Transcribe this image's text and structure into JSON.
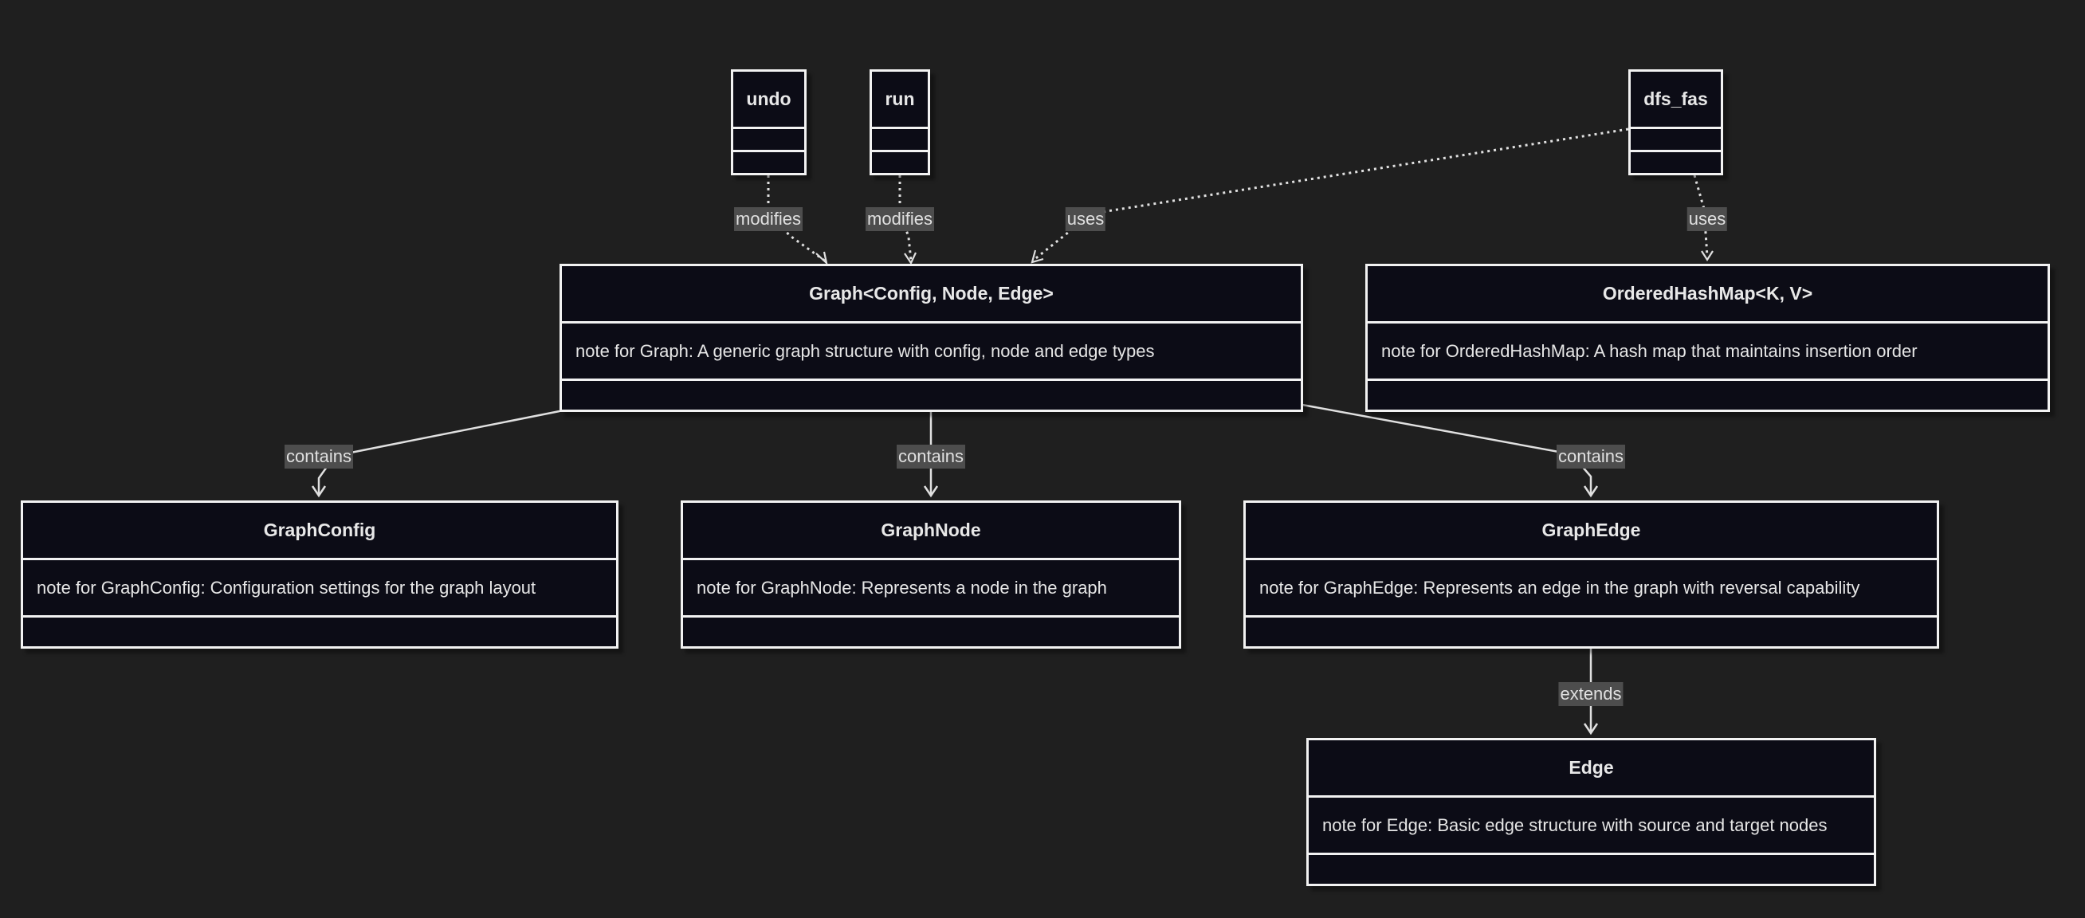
{
  "diagram": {
    "classes": {
      "undo": {
        "name": "undo"
      },
      "run": {
        "name": "run"
      },
      "dfs_fas": {
        "name": "dfs_fas"
      },
      "graph": {
        "name": "Graph<Config, Node, Edge>",
        "note": "note for Graph: A generic graph structure with config, node and edge types"
      },
      "ordered_hash_map": {
        "name": "OrderedHashMap<K, V>",
        "note": "note for OrderedHashMap: A hash map that maintains insertion order"
      },
      "graph_config": {
        "name": "GraphConfig",
        "note": "note for GraphConfig: Configuration settings for the graph layout"
      },
      "graph_node": {
        "name": "GraphNode",
        "note": "note for GraphNode: Represents a node in the graph"
      },
      "graph_edge": {
        "name": "GraphEdge",
        "note": "note for GraphEdge: Represents an edge in the graph with reversal capability"
      },
      "edge": {
        "name": "Edge",
        "note": "note for Edge: Basic edge structure with source and target nodes"
      }
    },
    "relations": {
      "undo_graph": "modifies",
      "run_graph": "modifies",
      "dfs_fas_graph": "uses",
      "dfs_fas_map": "uses",
      "graph_config": "contains",
      "graph_node": "contains",
      "graph_edge": "contains",
      "edge_extends": "extends"
    },
    "colors": {
      "background": "#1f1f1f",
      "box_fill": "#0c0c16",
      "box_stroke": "#f2f2f2",
      "label_bg": "#4d4d4d",
      "line": "#e0e0e0"
    }
  }
}
